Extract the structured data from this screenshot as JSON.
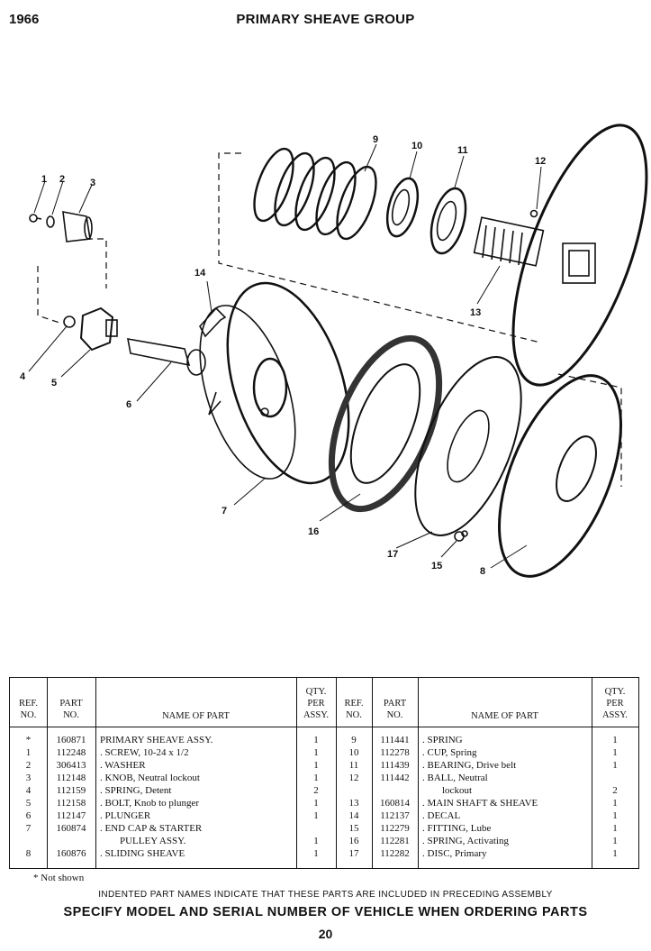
{
  "header": {
    "year": "1966",
    "title": "PRIMARY SHEAVE GROUP"
  },
  "callouts": [
    "1",
    "2",
    "3",
    "4",
    "5",
    "6",
    "7",
    "8",
    "9",
    "10",
    "11",
    "12",
    "13",
    "14",
    "15",
    "16",
    "17"
  ],
  "table": {
    "headers": {
      "ref": [
        "REF.",
        "NO."
      ],
      "part": [
        "PART",
        "NO."
      ],
      "name": "NAME OF PART",
      "qty": [
        "QTY.",
        "PER",
        "ASSY."
      ]
    },
    "left_rows": [
      {
        "ref": "*",
        "part": "160871",
        "name": "PRIMARY SHEAVE ASSY.",
        "qty": "1"
      },
      {
        "ref": "1",
        "part": "112248",
        "name": ". SCREW, 10-24 x 1/2",
        "qty": "1"
      },
      {
        "ref": "2",
        "part": "306413",
        "name": ". WASHER",
        "qty": "1"
      },
      {
        "ref": "3",
        "part": "112148",
        "name": ". KNOB, Neutral lockout",
        "qty": "1"
      },
      {
        "ref": "4",
        "part": "112159",
        "name": ". SPRING, Detent",
        "qty": "2"
      },
      {
        "ref": "5",
        "part": "112158",
        "name": ". BOLT, Knob to plunger",
        "qty": "1"
      },
      {
        "ref": "6",
        "part": "112147",
        "name": ". PLUNGER",
        "qty": "1"
      },
      {
        "ref": "7",
        "part": "160874",
        "name": ". END CAP & STARTER",
        "qty": ""
      },
      {
        "ref": "",
        "part": "",
        "name": "PULLEY ASSY.",
        "qty": "1"
      },
      {
        "ref": "8",
        "part": "160876",
        "name": ". SLIDING SHEAVE",
        "qty": "1"
      }
    ],
    "right_rows": [
      {
        "ref": "9",
        "part": "111441",
        "name": ". SPRING",
        "qty": "1"
      },
      {
        "ref": "10",
        "part": "112278",
        "name": ". CUP, Spring",
        "qty": "1"
      },
      {
        "ref": "11",
        "part": "111439",
        "name": ". BEARING, Drive belt",
        "qty": "1"
      },
      {
        "ref": "12",
        "part": "111442",
        "name": ". BALL, Neutral",
        "qty": ""
      },
      {
        "ref": "",
        "part": "",
        "name": "lockout",
        "qty": "2"
      },
      {
        "ref": "13",
        "part": "160814",
        "name": ". MAIN SHAFT & SHEAVE",
        "qty": "1"
      },
      {
        "ref": "14",
        "part": "112137",
        "name": ". DECAL",
        "qty": "1"
      },
      {
        "ref": "15",
        "part": "112279",
        "name": ". FITTING, Lube",
        "qty": "1"
      },
      {
        "ref": "16",
        "part": "112281",
        "name": ". SPRING, Activating",
        "qty": "1"
      },
      {
        "ref": "17",
        "part": "112282",
        "name": ". DISC, Primary",
        "qty": "1"
      }
    ]
  },
  "footer": {
    "note": "* Not shown",
    "indent_note": "INDENTED PART NAMES INDICATE THAT THESE PARTS ARE INCLUDED IN PRECEDING ASSEMBLY",
    "specify": "SPECIFY MODEL AND SERIAL NUMBER OF  VEHICLE  WHEN ORDERING PARTS",
    "page": "20"
  }
}
